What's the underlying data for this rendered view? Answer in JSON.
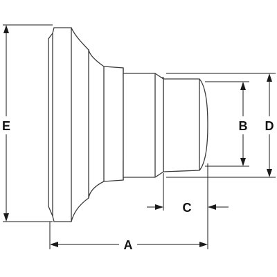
{
  "diagram": {
    "type": "technical-drawing",
    "subject": "ferrule",
    "line_color": "#3a3a3a",
    "dimension_color": "#1a1a1a",
    "labels": {
      "a": "A",
      "b": "B",
      "c": "C",
      "d": "D",
      "e": "E"
    }
  }
}
